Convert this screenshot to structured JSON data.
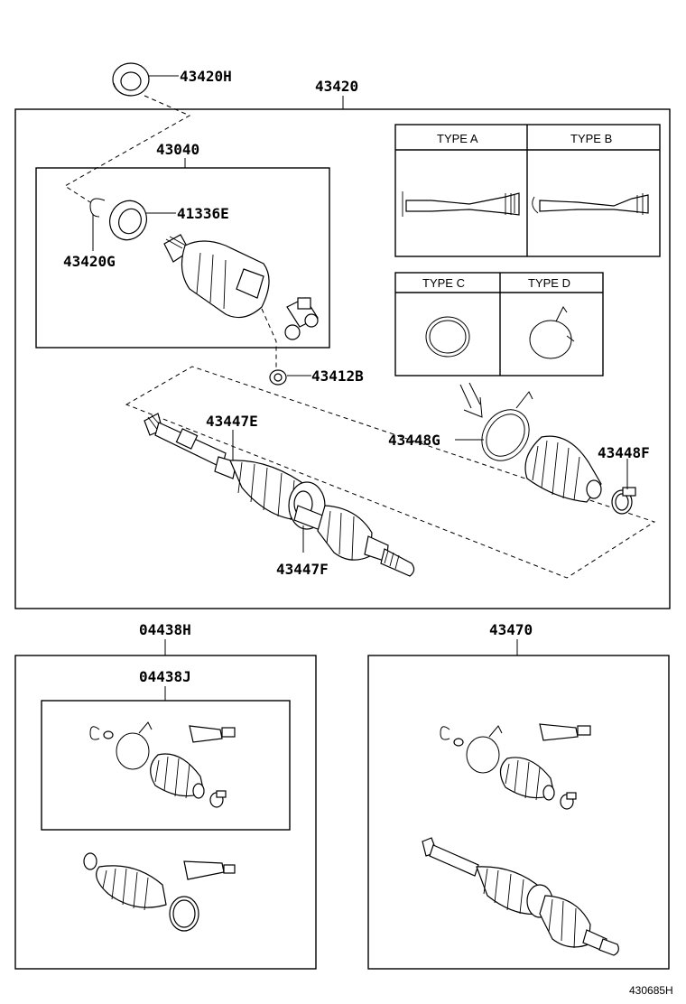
{
  "labels": {
    "main_assembly": "43420",
    "seal_top": "43420H",
    "inner_joint_group": "43040",
    "seal_41336": "41336E",
    "snap_ring_g": "43420G",
    "ring_43412": "43412B",
    "clamp_e": "43447E",
    "clamp_f": "43447F",
    "clamp_g": "43448G",
    "clamp_f2": "43448F",
    "boot_kit": "04438H",
    "boot_kit_sub": "04438J",
    "outer_kit": "43470"
  },
  "types": {
    "a": "TYPE A",
    "b": "TYPE B",
    "c": "TYPE C",
    "d": "TYPE D"
  },
  "reference": "430685H"
}
